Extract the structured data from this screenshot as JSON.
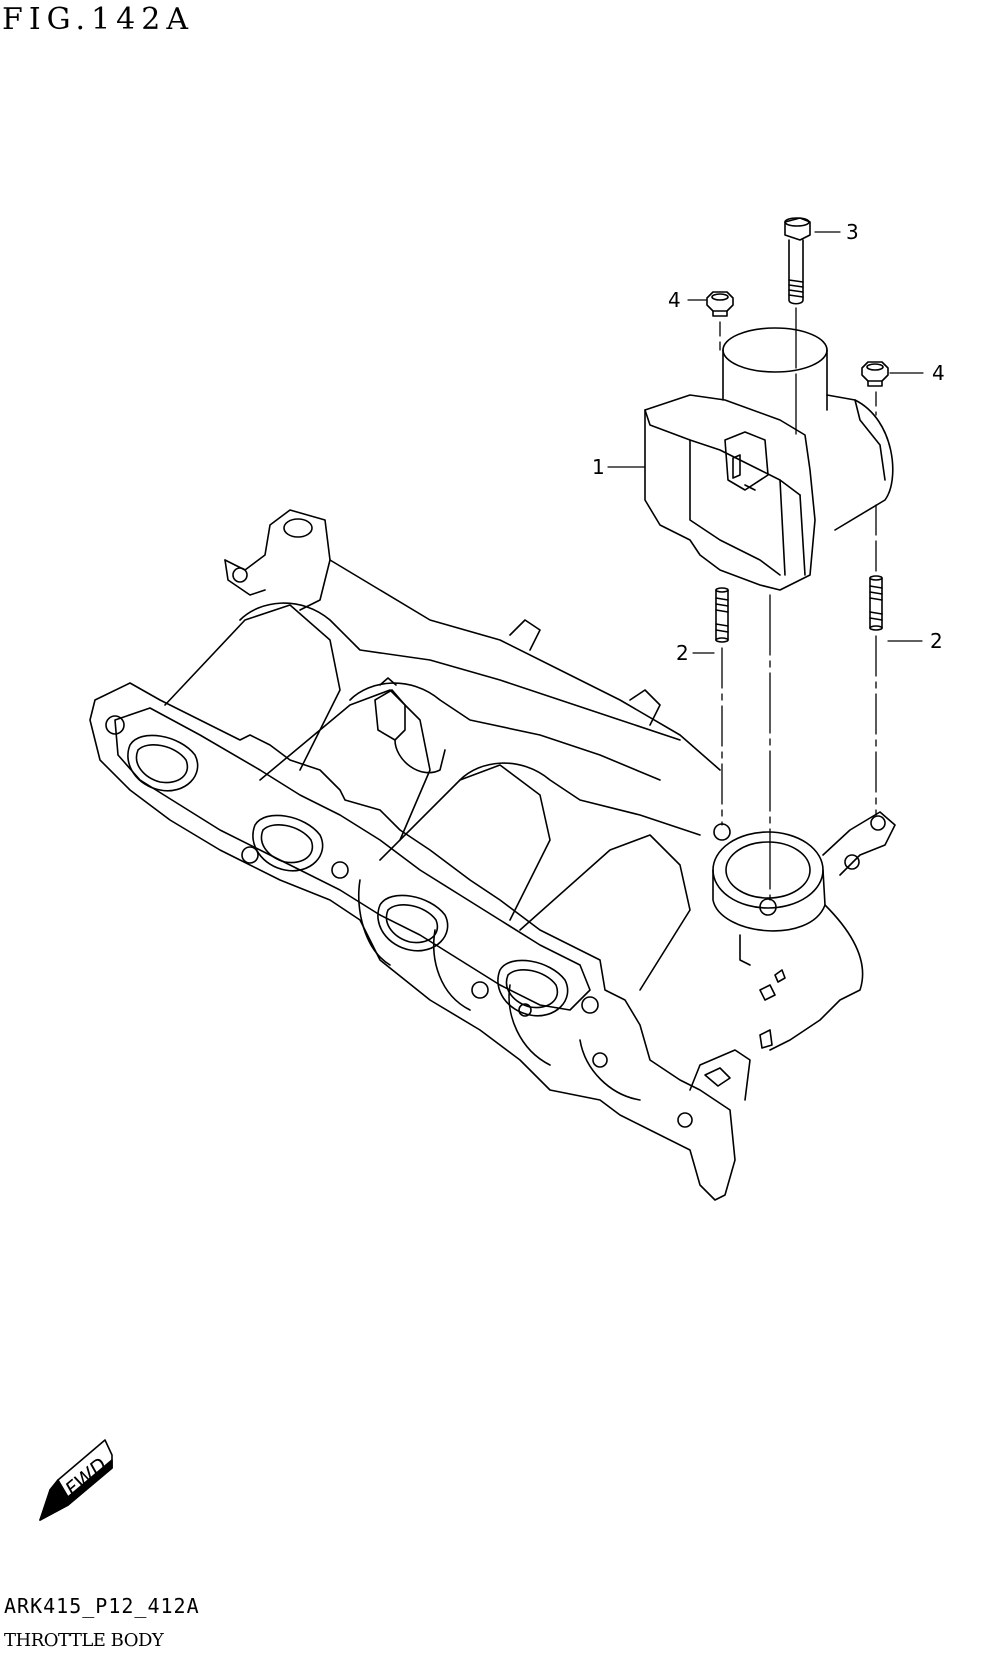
{
  "figure": {
    "title": "FIG.142A",
    "reference_code": "ARK415_P12_412A",
    "part_name": "THROTTLE BODY"
  },
  "callouts": {
    "throttle_body": "1",
    "stud_left": "2",
    "stud_right": "2",
    "bolt": "3",
    "nut_left": "4",
    "nut_right": "4"
  },
  "direction_badge": {
    "label": "FWD"
  }
}
